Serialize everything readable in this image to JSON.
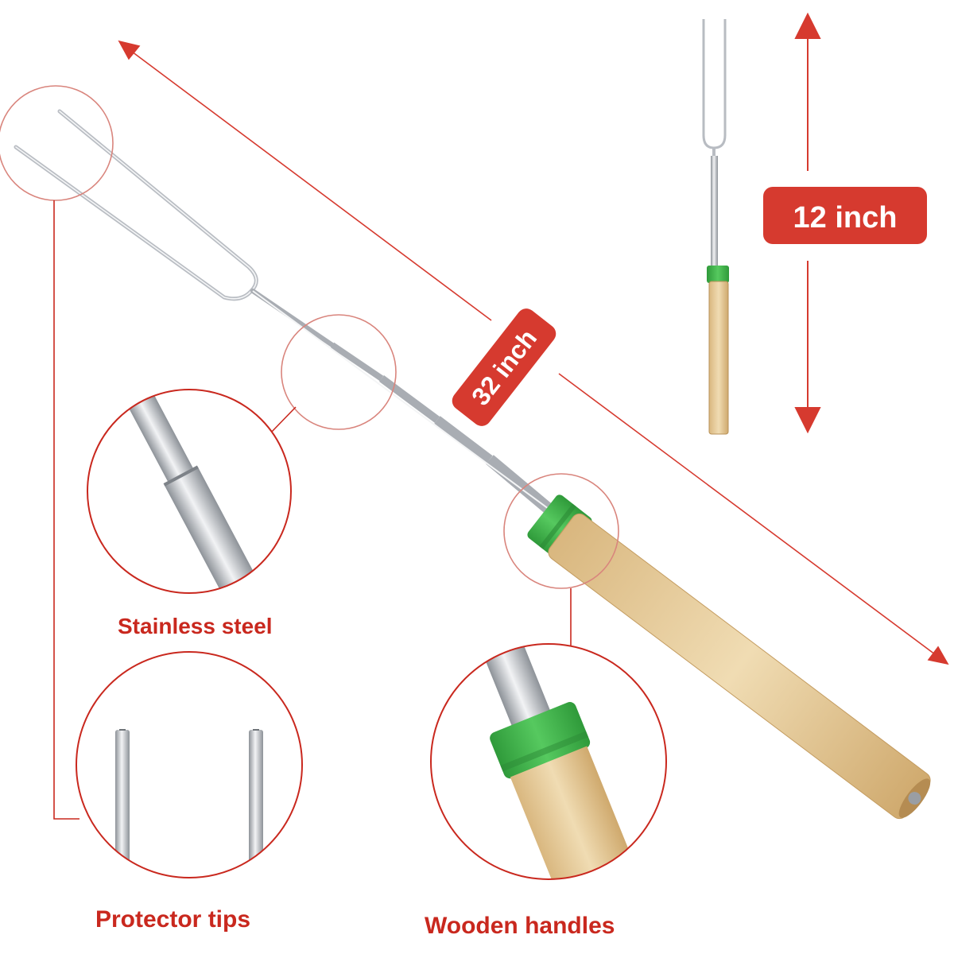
{
  "labels": {
    "length_extended": "32 inch",
    "length_collapsed": "12 inch",
    "material": "Stainless steel",
    "tips": "Protector tips",
    "handle": "Wooden handles"
  },
  "colors": {
    "accent_red": "#d63a2f",
    "caption_red": "#c9281e",
    "wood": "#e9cf9f",
    "green_cap": "#3fb54a",
    "steel": "#c9ccd1"
  }
}
